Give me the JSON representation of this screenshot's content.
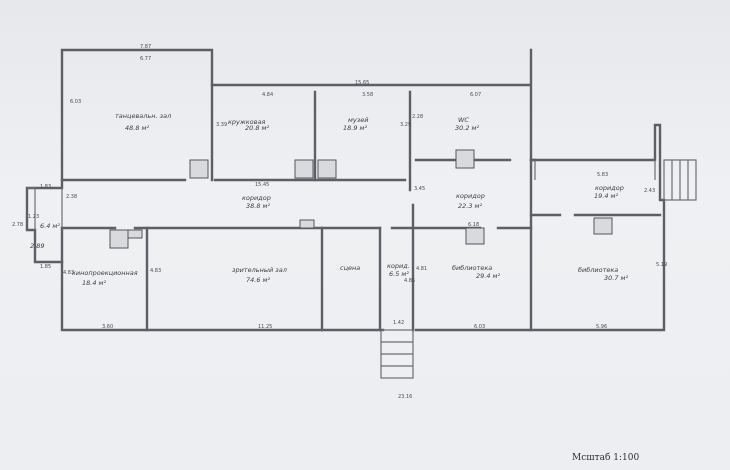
{
  "rooms": {
    "dance_hall": {
      "name": "танцевальн. зал",
      "area": "48.8 м²"
    },
    "club": {
      "name": "кружковая",
      "area": "20.8 м²"
    },
    "museum": {
      "name": "музей",
      "area": "18.9 м²"
    },
    "wc": {
      "name": "WC",
      "area": "30.2 м²"
    },
    "corridor_main": {
      "name": "коридор",
      "area": "38.8 м²"
    },
    "corridor_mid": {
      "name": "коридор",
      "area": "22.3 м²"
    },
    "corridor_right": {
      "name": "коридор",
      "area": "19.4 м²"
    },
    "vestibule": {
      "name": "",
      "area": "6.4 м²"
    },
    "cinema": {
      "name": "кинопроекционная",
      "area": "18.4 м²"
    },
    "auditorium": {
      "name": "зрительный зал",
      "area": "74.6 м²"
    },
    "stage": {
      "name": "сцена",
      "area": ""
    },
    "small_corridor": {
      "name": "корид.",
      "area": "6.5 м²"
    },
    "library": {
      "name": "библиотека",
      "area": "29.4 м²"
    },
    "library2": {
      "name": "библиотека",
      "area": "30.7 м²"
    },
    "small_room": {
      "name": "",
      "area": "2.89"
    }
  },
  "dimensions": {
    "top_left": "7.87",
    "dance_width": "6.77",
    "club_width": "4.84",
    "museum_width": "3.58",
    "wc_width": "6.07",
    "top_mid": "15.65",
    "left_height": "6.03",
    "corr_height": "3.39",
    "wc_height": "2.28",
    "room_height": "3.29",
    "corridor_len": "15.45",
    "left_small": "1.83",
    "corr_left": "2.38",
    "entry": "2.78",
    "entry_small": "1.23",
    "bottom_left_small": "1.85",
    "cinema_h": "4.83",
    "auditorium_h": "4.83",
    "cinema_w": "3.60",
    "auditorium_w": "11.25",
    "stage_corr": "1.42",
    "small_h": "4.81",
    "mid_corr_h": "3.45",
    "lib_top": "6.18",
    "lib_w": "6.03",
    "lib2_w": "5.96",
    "right_corr_w": "5.83",
    "right_corr_h": "2.43",
    "right_h": "5.19",
    "corr_small_h": "4.85",
    "total": "23.16"
  },
  "scale_label": "Мсштаб 1:100"
}
